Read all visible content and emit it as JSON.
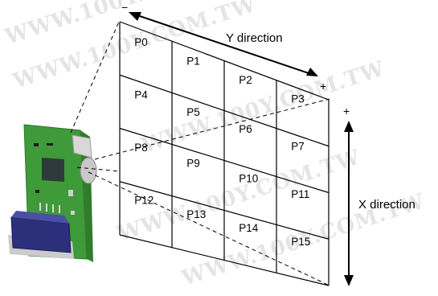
{
  "watermark": "WWW.100Y.COM.TW",
  "y_axis": {
    "label": "Y direction",
    "minus": "−",
    "plus": "+"
  },
  "x_axis": {
    "label": "X direction",
    "plus": "+"
  },
  "grid": {
    "rows": [
      [
        "P0",
        "P1",
        "P2",
        "P3"
      ],
      [
        "P4",
        "P5",
        "P6",
        "P7"
      ],
      [
        "P8",
        "P9",
        "P10",
        "P11"
      ],
      [
        "P12",
        "P13",
        "P14",
        "P15"
      ]
    ]
  },
  "colors": {
    "pcb": "#3f9a3a",
    "connector": "#2c2f7a",
    "chip": "#2e3a3a",
    "lines": "#000000"
  }
}
